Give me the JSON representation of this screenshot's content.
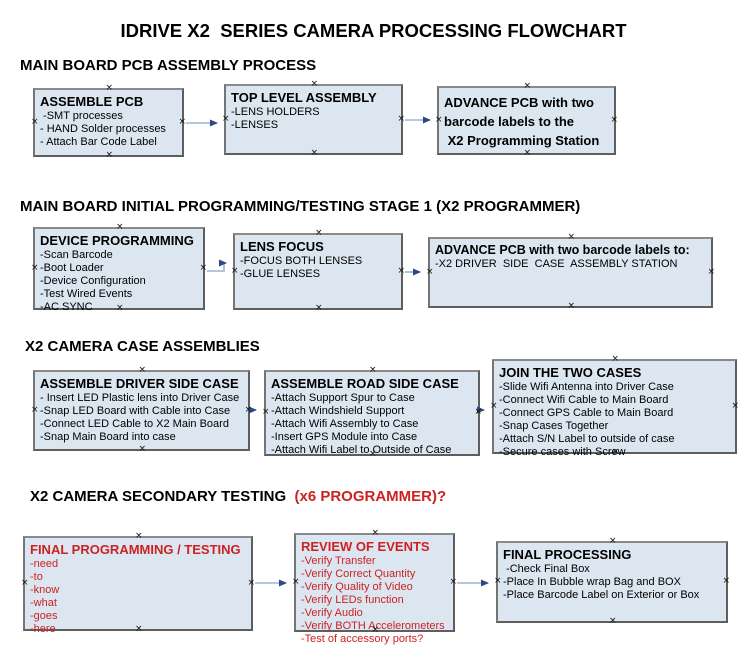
{
  "title": "IDRIVE X2  SERIES CAMERA PROCESSING FLOWCHART",
  "ui": {
    "connection_marker": "×",
    "colors": {
      "background": "#ffffff",
      "text": "#000000",
      "red_text": "#cc2222",
      "box_fill": "#dce6f1",
      "box_border": "#5e5e5e",
      "arrow_line": "#9db3cf",
      "arrow_head": "#2a4a85"
    }
  },
  "sections": [
    {
      "header": "MAIN BOARD PCB ASSEMBLY PROCESS",
      "boxes": [
        {
          "title": "ASSEMBLE PCB",
          "items": [
            " -SMT processes",
            "- HAND Solder processes",
            "- Attach Bar Code Label"
          ]
        },
        {
          "title": "TOP LEVEL ASSEMBLY",
          "items": [
            "-LENS HOLDERS",
            "-LENSES"
          ]
        },
        {
          "title": "ADVANCE PCB with two",
          "items": [
            "barcode labels to the",
            " X2 Programming Station"
          ]
        }
      ]
    },
    {
      "header": "MAIN BOARD INITIAL PROGRAMMING/TESTING STAGE 1 (X2 PROGRAMMER)",
      "boxes": [
        {
          "title": "DEVICE PROGRAMMING",
          "items": [
            "-Scan Barcode",
            "-Boot Loader",
            "-Device Configuration",
            "-Test Wired Events",
            "-AC SYNC"
          ]
        },
        {
          "title": "LENS FOCUS",
          "items": [
            "-FOCUS BOTH LENSES",
            "-GLUE LENSES"
          ]
        },
        {
          "title": "ADVANCE PCB with two barcode labels to:",
          "items": [
            "-X2 DRIVER  SIDE  CASE  ASSEMBLY STATION"
          ]
        }
      ]
    },
    {
      "header": "X2 CAMERA CASE ASSEMBLIES",
      "boxes": [
        {
          "title": "ASSEMBLE DRIVER SIDE CASE",
          "items": [
            "- Insert LED Plastic lens into Driver Case",
            "-Snap LED Board with Cable into Case",
            "-Connect LED Cable to X2 Main Board",
            "-Snap Main Board into case"
          ]
        },
        {
          "title": "ASSEMBLE ROAD SIDE CASE",
          "items": [
            "-Attach Support Spur to Case",
            "-Attach Windshield Support",
            "-Attach Wifi Assembly to Case",
            "-Insert GPS Module into Case",
            "-Attach Wifi Label to Outside of Case"
          ]
        },
        {
          "title": "JOIN THE TWO CASES",
          "items": [
            "-Slide Wifi Antenna into Driver Case",
            "-Connect Wifi Cable to Main Board",
            "-Connect GPS Cable to Main Board",
            "-Snap Cases Together",
            "-Attach S/N Label to outside of case",
            "-Secure cases with Screw"
          ]
        }
      ]
    },
    {
      "header": "X2 CAMERA SECONDARY TESTING  ",
      "header_red": "(x6 PROGRAMMER)?",
      "boxes": [
        {
          "title": "FINAL PROGRAMMING / TESTING",
          "items": [
            "-need",
            "-to",
            "-know",
            "-what",
            "-goes",
            "-here"
          ]
        },
        {
          "title": "REVIEW OF EVENTS",
          "items": [
            "-Verify Transfer",
            "-Verify Correct Quantity",
            "-Verify Quality of Video",
            "-Verify LEDs function",
            "-Verify Audio",
            "-Verify BOTH Accelerometers",
            "-Test of accessory ports?"
          ]
        },
        {
          "title": "FINAL PROCESSING",
          "items": [
            " -Check Final Box",
            "-Place In Bubble wrap Bag and BOX",
            "-Place Barcode Label on Exterior or Box"
          ]
        }
      ]
    }
  ]
}
